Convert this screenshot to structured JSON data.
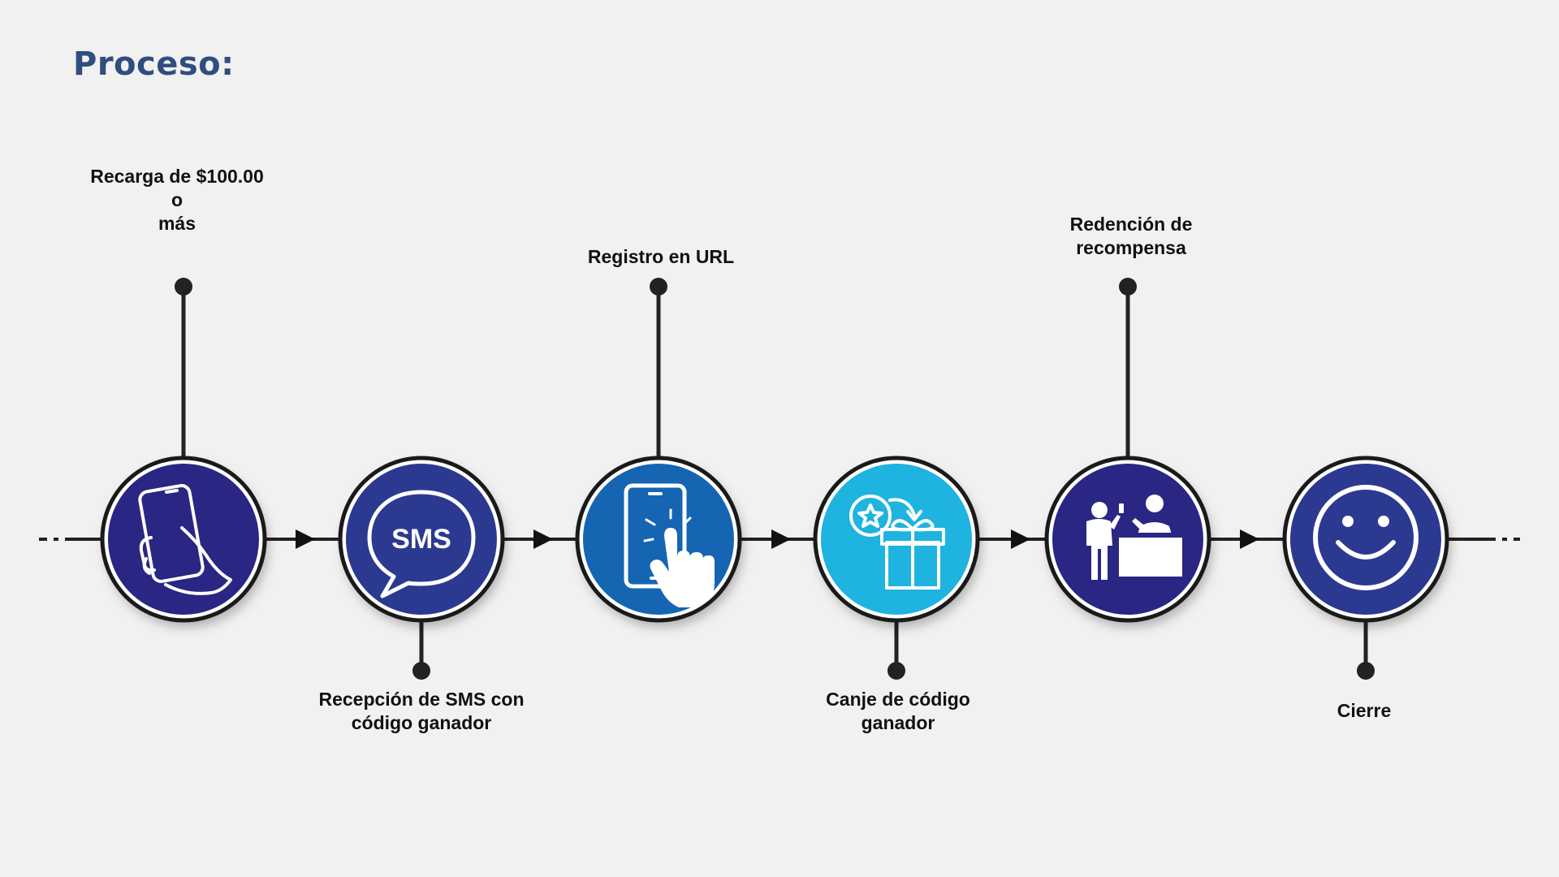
{
  "title": "Proceso:",
  "colors": {
    "title": "#2f4d7e",
    "line": "#222222",
    "ring": "#1a1a1a",
    "step_fills": [
      "#2a2684",
      "#2c3991",
      "#1565b3",
      "#1fb3e0",
      "#2a2684",
      "#2c3991"
    ]
  },
  "steps": [
    {
      "label": "Recarga de $100.00\no\nmás",
      "icon": "phone-in-hand-icon",
      "label_position": "top"
    },
    {
      "label": "Recepción de SMS con\ncódigo ganador",
      "icon": "sms-chat-bubble-icon",
      "label_position": "bottom"
    },
    {
      "label": "Registro en URL",
      "icon": "phone-tap-icon",
      "label_position": "top"
    },
    {
      "label": "Canje de código\nganador",
      "icon": "gift-exchange-icon",
      "label_position": "bottom"
    },
    {
      "label": "Redención de\nrecompensa",
      "icon": "counter-service-icon",
      "label_position": "top"
    },
    {
      "label": "Cierre",
      "icon": "smiley-face-icon",
      "label_position": "bottom"
    }
  ],
  "sms_icon_text": "SMS"
}
